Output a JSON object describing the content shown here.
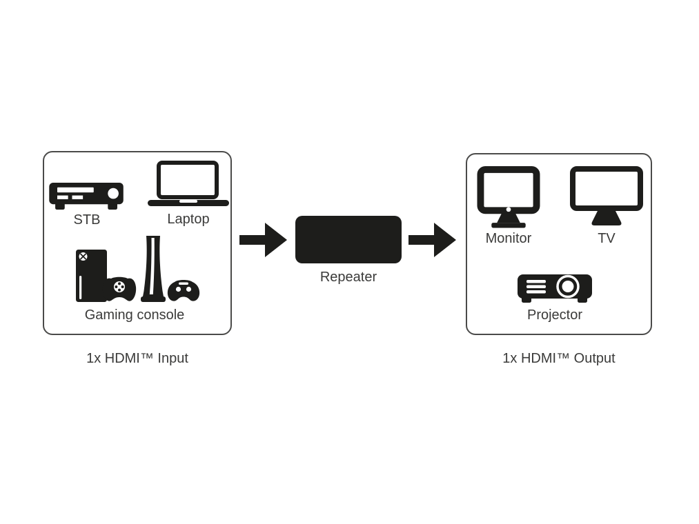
{
  "diagram": {
    "sources": {
      "devices": [
        {
          "label": "STB",
          "icon": "set-top-box-icon"
        },
        {
          "label": "Laptop",
          "icon": "laptop-icon"
        },
        {
          "label": "Gaming console",
          "icon": "gaming-console-icon"
        }
      ],
      "caption": "1x HDMI™ Input"
    },
    "processor": {
      "label": "Repeater"
    },
    "flow": {
      "arrow_icon": "right-arrow-icon"
    },
    "sinks": {
      "devices": [
        {
          "label": "Monitor",
          "icon": "monitor-icon"
        },
        {
          "label": "TV",
          "icon": "tv-icon"
        },
        {
          "label": "Projector",
          "icon": "projector-icon"
        }
      ],
      "caption": "1x HDMI™ Output"
    },
    "colors": {
      "icon_black": "#1d1d1b",
      "text": "#3a3a39",
      "box_border": "#4a4a49",
      "background": "#ffffff"
    }
  }
}
